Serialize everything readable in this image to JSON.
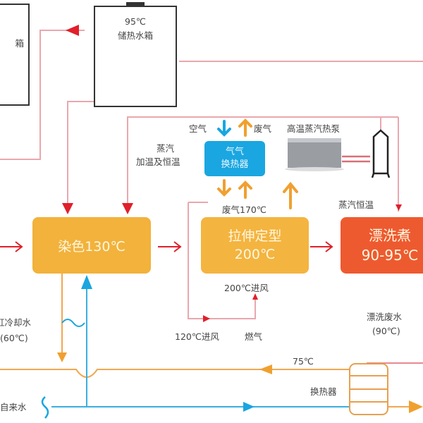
{
  "title": "印染工艺高温蒸汽热泵余热回收流程",
  "tanks": {
    "left_tank_label": "箱",
    "storage_tank_temp": "95℃",
    "storage_tank_label": "储热水箱"
  },
  "process": {
    "dyeing": "染色130℃",
    "setting_line1": "拉伸定型",
    "setting_line2": "200℃",
    "rinsing_line1": "漂洗煮",
    "rinsing_line2": "90-95℃"
  },
  "air_hx": {
    "line1": "气气",
    "line2": "换热器"
  },
  "labels": {
    "air": "空气",
    "exhaust_top": "废气",
    "heat_pump": "高温蒸汽热泵",
    "steam_heating_1": "蒸汽",
    "steam_heating_2": "加温及恒温",
    "exhaust_170": "废气170℃",
    "steam_constant": "蒸汽恒温",
    "inlet_200": "200℃进风",
    "inlet_120": "120℃进风",
    "gas": "燃气",
    "cooling_water_1": "缸冷却水",
    "cooling_water_2": "(60℃)",
    "tap_water": "自来水",
    "temp_75": "75℃",
    "rinse_waste_1": "漂洗废水",
    "rinse_waste_2": "(90℃)",
    "heat_exchanger": "换热器"
  },
  "colors": {
    "steam_red": "#e0202a",
    "pipe_pink": "#e8a0a6",
    "orange": "#f0a030",
    "blue": "#1aa6e0",
    "dyeing_box": "#f2b23c",
    "rinsing_box": "#ee5a30"
  }
}
